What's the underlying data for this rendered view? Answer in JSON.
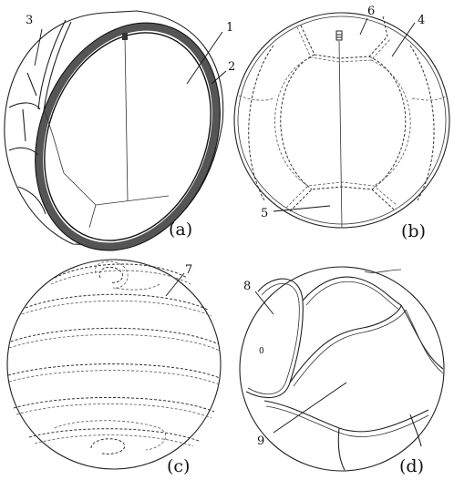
{
  "panels": [
    {
      "id": "a",
      "caption": "(a)"
    },
    {
      "id": "b",
      "caption": "(b)"
    },
    {
      "id": "c",
      "caption": "(c)"
    },
    {
      "id": "d",
      "caption": "(d)"
    }
  ],
  "callouts": [
    "1",
    "2",
    "3",
    "4",
    "5",
    "6",
    "7",
    "8",
    "9"
  ],
  "small_mark": "0"
}
